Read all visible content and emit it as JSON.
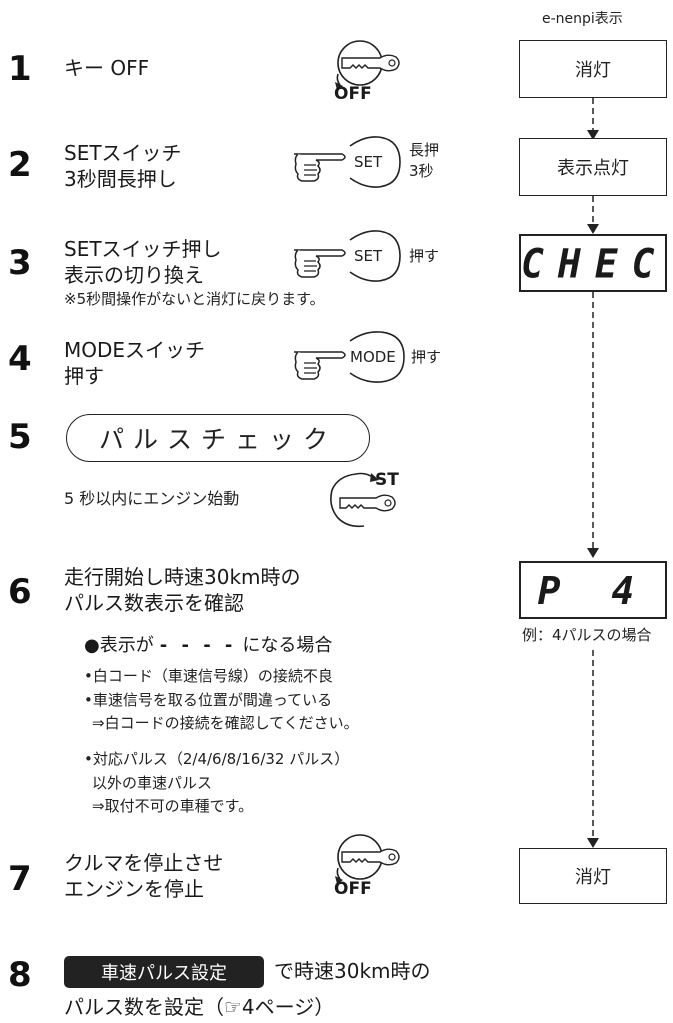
{
  "display_header": "e-nenpi表示",
  "steps": [
    {
      "num": "1",
      "line1": "キー OFF"
    },
    {
      "num": "2",
      "line1": "SETスイッチ",
      "line2": "3秒間長押し",
      "button": "SET",
      "side1": "長押",
      "side2": "3秒"
    },
    {
      "num": "3",
      "line1": "SETスイッチ押し",
      "line2": "表示の切り換え",
      "button": "SET",
      "side1": "押す",
      "note": "※5秒間操作がないと消灯に戻ります。"
    },
    {
      "num": "4",
      "line1": "MODEスイッチ",
      "line2": "押す",
      "button": "MODE",
      "side1": "押す"
    },
    {
      "num": "5",
      "pill": "パルスチェック",
      "line1": "5 秒以内にエンジン始動"
    },
    {
      "num": "6",
      "line1": "走行開始し時速30km時の",
      "line2": "パルス数表示を確認",
      "case_prefix": "●表示が",
      "case_dashes": "- - - -",
      "case_suffix": "になる場合",
      "bullet1": "•白コード（車速信号線）の接続不良",
      "bullet2": "•車速信号を取る位置が間違っている",
      "bullet2_sub": "⇒白コードの接続を確認してください。",
      "bullet3": "•対応パルス（2/4/6/8/16/32 パルス）",
      "bullet3_l2": "以外の車速パルス",
      "bullet3_sub": "⇒取付不可の車種です。"
    },
    {
      "num": "7",
      "line1": "クルマを停止させ",
      "line2": "エンジンを停止"
    },
    {
      "num": "8",
      "badge": "車速パルス設定",
      "line1": "で時速30km時の",
      "line2": "パルス数を設定（☞4ページ）"
    }
  ],
  "key_labels": {
    "off": "OFF",
    "start": "ST"
  },
  "display_states": {
    "s1": "消灯",
    "s2": "表示点灯",
    "s3": "CHEC",
    "s4": "P 4",
    "s4_caption": "例：4パルスの場合",
    "s5": "消灯"
  },
  "colors": {
    "ink": "#222222",
    "badge_bg": "#222222",
    "badge_text": "#ffffff"
  }
}
